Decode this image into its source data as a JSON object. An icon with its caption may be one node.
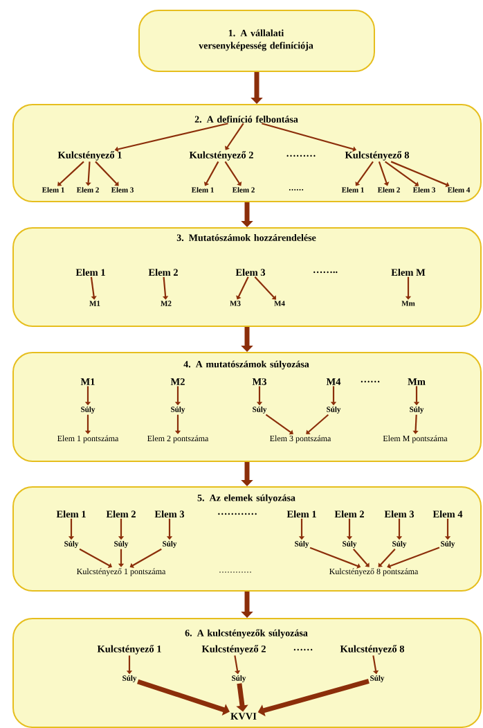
{
  "diagram": {
    "nodes": [
      {
        "text": [
          "1. A vállalati versenyképesség definíciója"
        ]
      },
      {
        "text": [
          "2. A definíció felbontása"
        ]
      },
      {
        "text": [
          "Kulcstényező 1"
        ],
        "in": 1
      },
      {
        "text": [
          "Kulcstényező 2"
        ],
        "in": 1
      },
      {
        "text": [
          "Kulcstényező 8"
        ],
        "in": 1
      },
      {
        "text": [
          "Elem 1"
        ],
        "in": 1
      },
      {
        "text": [
          "Elem 2"
        ],
        "in": 1
      },
      {
        "text": [
          "Elem 3"
        ],
        "in": 1
      },
      {
        "text": [
          "Elem 1"
        ],
        "in": 1
      },
      {
        "text": [
          "Elem 2"
        ],
        "in": 1
      },
      {
        "text": [
          "Elem 1"
        ],
        "in": 1
      },
      {
        "text": [
          "Elem 2"
        ],
        "in": 1
      },
      {
        "text": [
          "Elem 3"
        ],
        "in": 1
      },
      {
        "text": [
          "Elem 4"
        ],
        "in": 1
      },
      {
        "text": [
          "3. Mutatószámok hozzárendelése"
        ]
      },
      {
        "text": [
          "Elem 1"
        ],
        "in": 14
      },
      {
        "text": [
          "Elem 2"
        ],
        "in": 14
      },
      {
        "text": [
          "Elem 3"
        ],
        "in": 14
      },
      {
        "text": [
          "Elem M"
        ],
        "in": 14
      },
      {
        "text": [
          "M1"
        ],
        "in": 14
      },
      {
        "text": [
          "M2"
        ],
        "in": 14
      },
      {
        "text": [
          "M3"
        ],
        "in": 14
      },
      {
        "text": [
          "M4"
        ],
        "in": 14
      },
      {
        "text": [
          "Mm"
        ],
        "in": 14
      },
      {
        "text": [
          "4. A mutatószámok súlyozása"
        ]
      },
      {
        "text": [
          "M1"
        ],
        "in": 24
      },
      {
        "text": [
          "M2"
        ],
        "in": 24
      },
      {
        "text": [
          "M3"
        ],
        "in": 24
      },
      {
        "text": [
          "M4"
        ],
        "in": 24
      },
      {
        "text": [
          "Mm"
        ],
        "in": 24
      },
      {
        "text": [
          "Súly"
        ],
        "in": 24
      },
      {
        "text": [
          "Súly"
        ],
        "in": 24
      },
      {
        "text": [
          "Súly"
        ],
        "in": 24
      },
      {
        "text": [
          "Súly"
        ],
        "in": 24
      },
      {
        "text": [
          "Súly"
        ],
        "in": 24
      },
      {
        "text": [
          "Elem 1 pontszáma"
        ],
        "in": 24
      },
      {
        "text": [
          "Elem 2 pontszáma"
        ],
        "in": 24
      },
      {
        "text": [
          "Elem 3 pontszáma"
        ],
        "in": 24
      },
      {
        "text": [
          "Elem M pontszáma"
        ],
        "in": 24
      },
      {
        "text": [
          "5. Az elemek súlyozása"
        ]
      },
      {
        "text": [
          "Elem 1"
        ],
        "in": 39
      },
      {
        "text": [
          "Elem 2"
        ],
        "in": 39
      },
      {
        "text": [
          "Elem 3"
        ],
        "in": 39
      },
      {
        "text": [
          "Elem 1"
        ],
        "in": 39
      },
      {
        "text": [
          "Elem 2"
        ],
        "in": 39
      },
      {
        "text": [
          "Elem 3"
        ],
        "in": 39
      },
      {
        "text": [
          "Elem 4"
        ],
        "in": 39
      },
      {
        "text": [
          "Súly"
        ],
        "in": 39
      },
      {
        "text": [
          "Súly"
        ],
        "in": 39
      },
      {
        "text": [
          "Súly"
        ],
        "in": 39
      },
      {
        "text": [
          "Súly"
        ],
        "in": 39
      },
      {
        "text": [
          "Súly"
        ],
        "in": 39
      },
      {
        "text": [
          "Súly"
        ],
        "in": 39
      },
      {
        "text": [
          "Súly"
        ],
        "in": 39
      },
      {
        "text": [
          "Kulcstényező 1 pontszáma"
        ],
        "in": 39
      },
      {
        "text": [
          "Kulcstényező 8 pontszáma"
        ],
        "in": 39
      },
      {
        "text": [
          "6. A kulcstényezők súlyozása"
        ]
      },
      {
        "text": [
          "Kulcstényező 1"
        ],
        "in": 56
      },
      {
        "text": [
          "Kulcstényező 2"
        ],
        "in": 56
      },
      {
        "text": [
          "Kulcstényező 8"
        ],
        "in": 56
      },
      {
        "text": [
          "Súly"
        ],
        "in": 56
      },
      {
        "text": [
          "Súly"
        ],
        "in": 56
      },
      {
        "text": [
          "Súly"
        ],
        "in": 56
      },
      {
        "text": [
          "KVVI"
        ],
        "in": 56
      }
    ],
    "edges": [
      {
        "from": 0,
        "to": 1,
        "arrow": "to",
        "style": "thick"
      },
      {
        "from": 1,
        "to": 2,
        "arrow": "to"
      },
      {
        "from": 1,
        "to": 3,
        "arrow": "to"
      },
      {
        "from": 1,
        "to": 4,
        "arrow": "to"
      },
      {
        "from": 2,
        "to": 5,
        "arrow": "to"
      },
      {
        "from": 2,
        "to": 6,
        "arrow": "to"
      },
      {
        "from": 2,
        "to": 7,
        "arrow": "to"
      },
      {
        "from": 3,
        "to": 8,
        "arrow": "to"
      },
      {
        "from": 3,
        "to": 9,
        "arrow": "to"
      },
      {
        "from": 4,
        "to": 10,
        "arrow": "to"
      },
      {
        "from": 4,
        "to": 11,
        "arrow": "to"
      },
      {
        "from": 4,
        "to": 12,
        "arrow": "to"
      },
      {
        "from": 4,
        "to": 13,
        "arrow": "to"
      },
      {
        "from": 1,
        "to": 14,
        "arrow": "to",
        "style": "thick"
      },
      {
        "from": 15,
        "to": 19,
        "arrow": "to"
      },
      {
        "from": 16,
        "to": 20,
        "arrow": "to"
      },
      {
        "from": 17,
        "to": 21,
        "arrow": "to"
      },
      {
        "from": 17,
        "to": 22,
        "arrow": "to"
      },
      {
        "from": 18,
        "to": 23,
        "arrow": "to"
      },
      {
        "from": 14,
        "to": 24,
        "arrow": "to",
        "style": "thick"
      },
      {
        "from": 25,
        "to": 30,
        "arrow": "to"
      },
      {
        "from": 26,
        "to": 31,
        "arrow": "to"
      },
      {
        "from": 27,
        "to": 32,
        "arrow": "to"
      },
      {
        "from": 28,
        "to": 33,
        "arrow": "to"
      },
      {
        "from": 29,
        "to": 34,
        "arrow": "to"
      },
      {
        "from": 30,
        "to": 35,
        "arrow": "to"
      },
      {
        "from": 31,
        "to": 36,
        "arrow": "to"
      },
      {
        "from": 32,
        "to": 37,
        "arrow": "to"
      },
      {
        "from": 33,
        "to": 37,
        "arrow": "to"
      },
      {
        "from": 34,
        "to": 38,
        "arrow": "to"
      },
      {
        "from": 24,
        "to": 39,
        "arrow": "to",
        "style": "thick"
      },
      {
        "from": 40,
        "to": 47,
        "arrow": "to"
      },
      {
        "from": 41,
        "to": 48,
        "arrow": "to"
      },
      {
        "from": 42,
        "to": 49,
        "arrow": "to"
      },
      {
        "from": 43,
        "to": 50,
        "arrow": "to"
      },
      {
        "from": 44,
        "to": 51,
        "arrow": "to"
      },
      {
        "from": 45,
        "to": 52,
        "arrow": "to"
      },
      {
        "from": 46,
        "to": 53,
        "arrow": "to"
      },
      {
        "from": 47,
        "to": 54,
        "arrow": "to"
      },
      {
        "from": 48,
        "to": 54,
        "arrow": "to"
      },
      {
        "from": 49,
        "to": 54,
        "arrow": "to"
      },
      {
        "from": 50,
        "to": 55,
        "arrow": "to"
      },
      {
        "from": 51,
        "to": 55,
        "arrow": "to"
      },
      {
        "from": 52,
        "to": 55,
        "arrow": "to"
      },
      {
        "from": 53,
        "to": 55,
        "arrow": "to"
      },
      {
        "from": 39,
        "to": 56,
        "arrow": "to",
        "style": "thick"
      },
      {
        "from": 57,
        "to": 60,
        "arrow": "to"
      },
      {
        "from": 58,
        "to": 61,
        "arrow": "to"
      },
      {
        "from": 59,
        "to": 62,
        "arrow": "to"
      },
      {
        "from": 60,
        "to": 63,
        "arrow": "to",
        "style": "thick"
      },
      {
        "from": 61,
        "to": 63,
        "arrow": "to",
        "style": "thick"
      },
      {
        "from": 62,
        "to": 63,
        "arrow": "to",
        "style": "thick"
      }
    ],
    "labels": [
      "………",
      "……",
      "……..",
      "……",
      "…………",
      "…………",
      "……"
    ]
  }
}
